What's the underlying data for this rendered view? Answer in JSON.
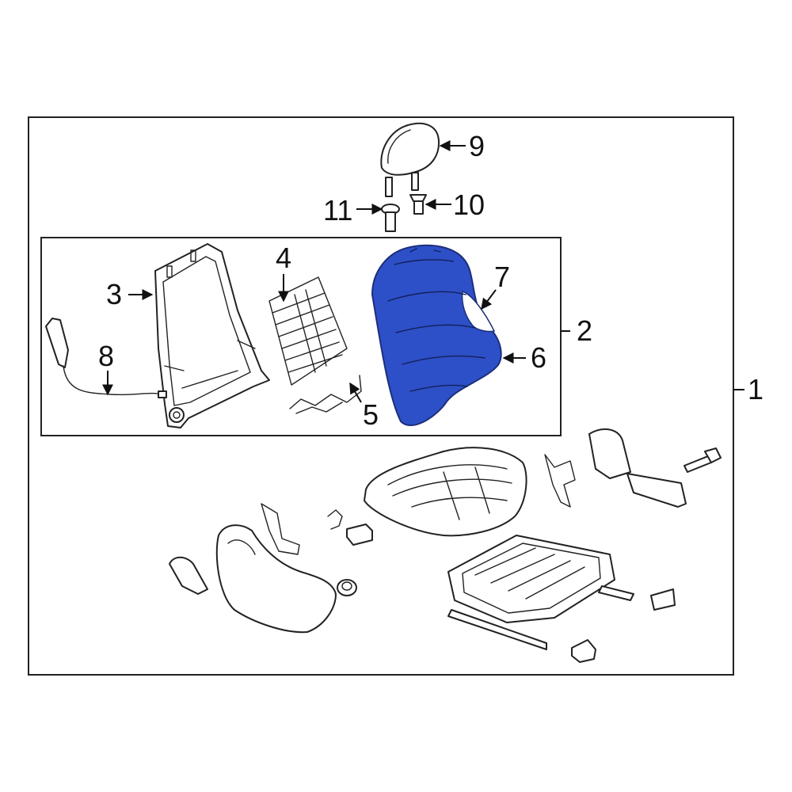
{
  "diagram": {
    "highlight_color": "#2d50c8",
    "line_color": "#222222",
    "callouts": {
      "c1": "1",
      "c2": "2",
      "c3": "3",
      "c4": "4",
      "c5": "5",
      "c6": "6",
      "c7": "7",
      "c8": "8",
      "c9": "9",
      "c10": "10",
      "c11": "11"
    }
  }
}
